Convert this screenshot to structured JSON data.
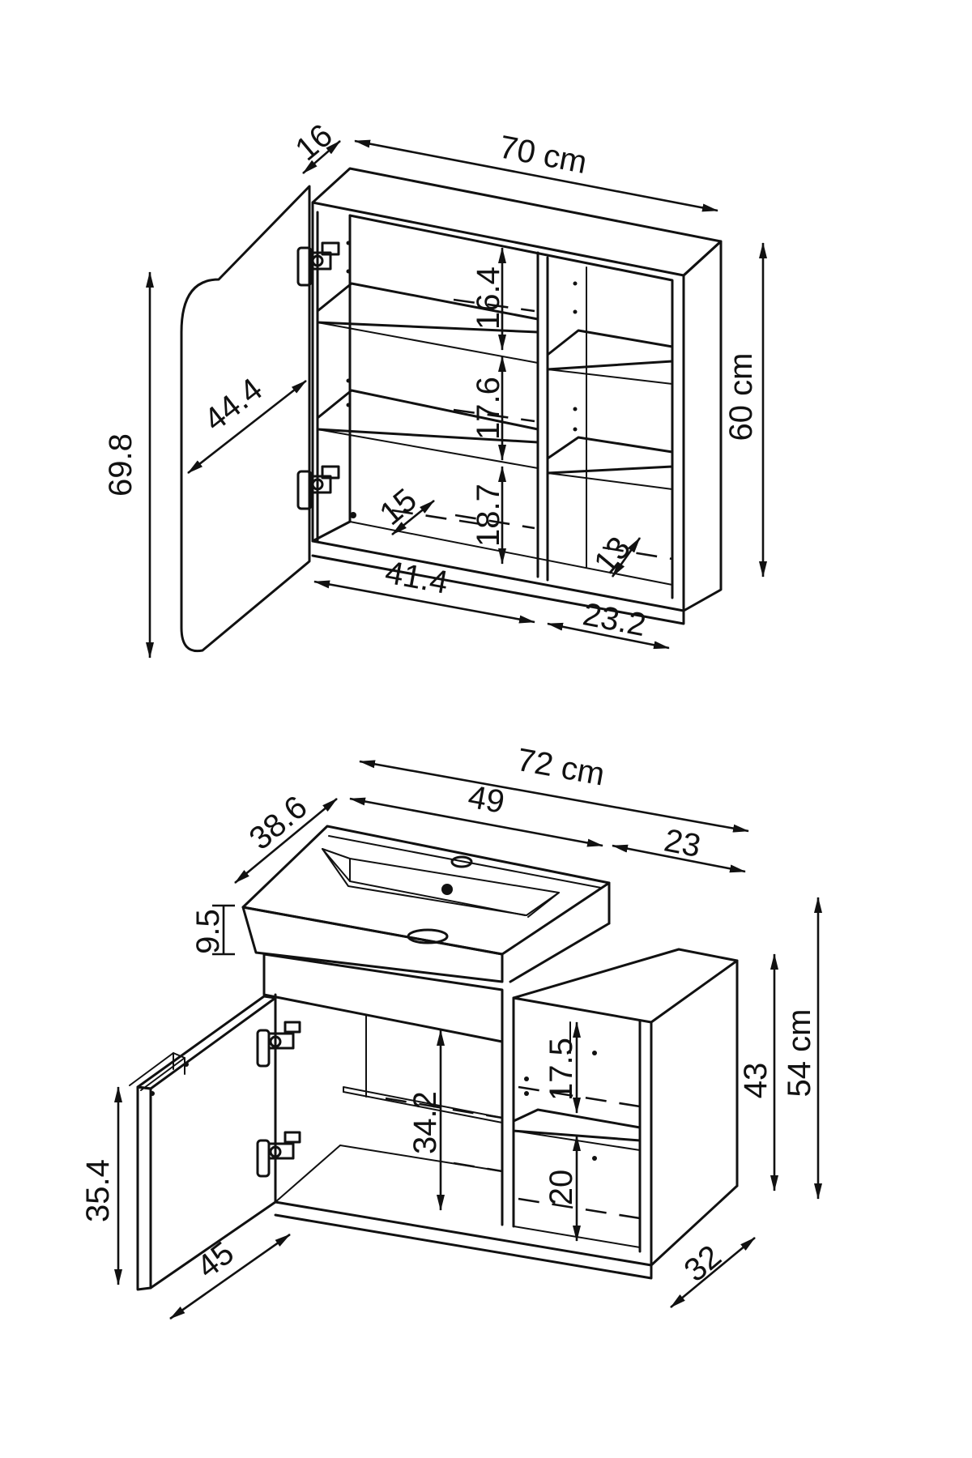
{
  "mirror_cabinet": {
    "width": "70 cm",
    "depth": "16",
    "height": "60 cm",
    "door_height": "69.8",
    "door_swing": "44.4",
    "shelf_gap_top": "16.4",
    "shelf_gap_middle": "17.6",
    "shelf_gap_bottom": "18.7",
    "left_inner_depth": "15",
    "right_inner_depth": "13",
    "left_width": "41.4",
    "right_width": "23.2"
  },
  "vanity": {
    "total_width": "72 cm",
    "basin_width": "49",
    "side_width": "23",
    "basin_depth": "38.6",
    "basin_height": "9.5",
    "total_height": "54 cm",
    "body_height": "43",
    "inner_height": "34.2",
    "side_shelf_top": "17.5",
    "side_shelf_bottom": "20",
    "door_height": "35.4",
    "door_swing": "45",
    "depth": "32"
  },
  "colors": {
    "line": "#111111",
    "background": "#ffffff"
  }
}
